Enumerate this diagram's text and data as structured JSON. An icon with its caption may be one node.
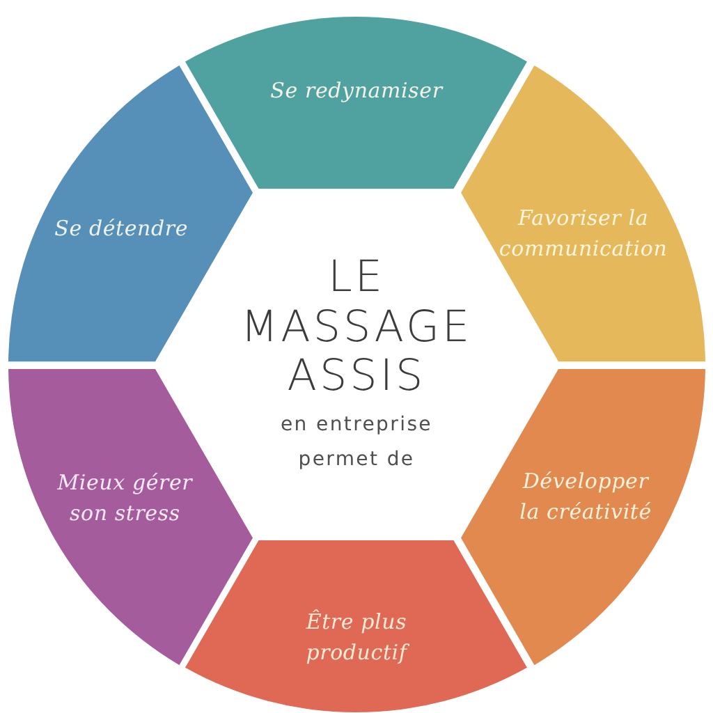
{
  "diagram": {
    "nodes": [
      {
        "text": [
          "LE MASSAGE ASSIS",
          "en entreprise permet de"
        ]
      },
      {
        "text": [
          "Se redynamiser"
        ]
      },
      {
        "text": [
          "Favoriser la communication"
        ]
      },
      {
        "text": [
          "Développer la créativité"
        ]
      },
      {
        "text": [
          "Être plus productif"
        ]
      },
      {
        "text": [
          "Mieux gérer son stress"
        ]
      },
      {
        "text": [
          "Se détendre"
        ]
      }
    ]
  }
}
